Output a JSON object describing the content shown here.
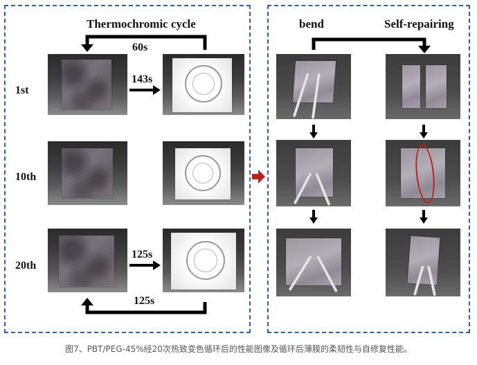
{
  "left_panel": {
    "title": "Thermochromic cycle",
    "rows": [
      {
        "label": "1st",
        "arrow_time": "143s"
      },
      {
        "label": "10th",
        "arrow_time": ""
      },
      {
        "label": "20th",
        "arrow_time": "125s"
      }
    ],
    "top_return_time": "60s",
    "bottom_return_time": "125s"
  },
  "right_panel": {
    "col1_title": "bend",
    "col2_title": "Self-repairing"
  },
  "caption": "图7、PBT/PEG-45%经20次热致变色循环后的性能图像及循环后薄膜的柔韧性与自修复性能。",
  "colors": {
    "panel_border": "#2f5fa8",
    "center_arrow": "#c0201c",
    "repair_mark": "#c0201c"
  }
}
